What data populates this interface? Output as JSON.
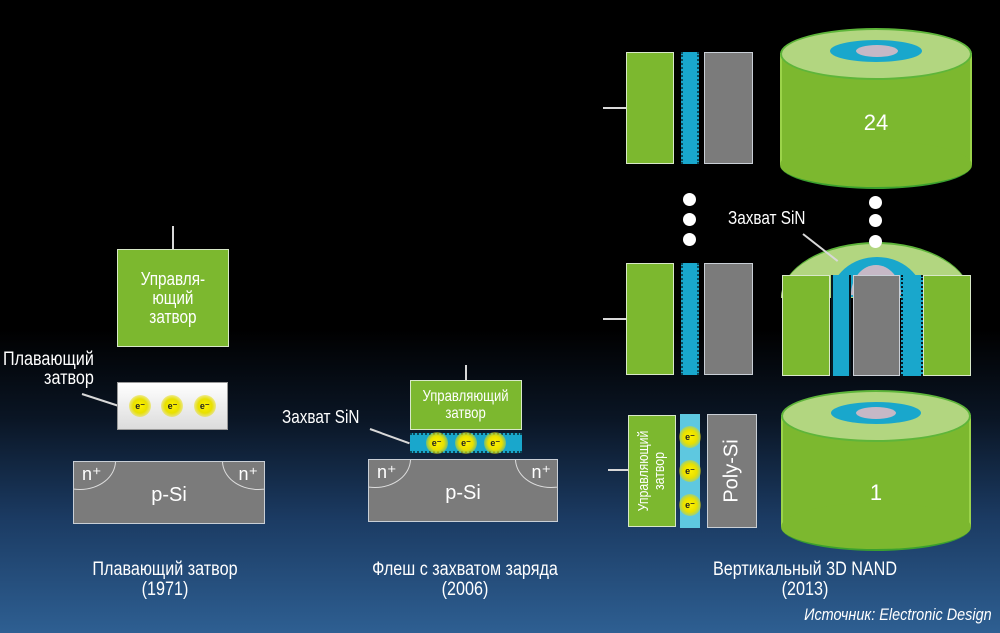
{
  "colors": {
    "gate_green": "#7cb82f",
    "silicon_gray": "#7b7b7b",
    "trap_cyan": "#19a7cc",
    "electron_yellow": "#fff200"
  },
  "floating_gate": {
    "control_gate_label": "Управля-\nющий\nзатвор",
    "floating_gate_label": "Плавающий\nзатвор",
    "electron_symbol": "e⁻",
    "electrons": 3,
    "n_plus_label": "n⁺",
    "substrate_label": "p-Si",
    "caption_title": "Плавающий затвор",
    "caption_year": "(1971)"
  },
  "charge_trap": {
    "control_gate_label": "Управляющий\nзатвор",
    "trap_label": "Захват SiN",
    "electron_symbol": "e⁻",
    "electrons": 3,
    "n_plus_label": "n⁺",
    "substrate_label": "p-Si",
    "caption_title": "Флеш с захватом заряда",
    "caption_year": "(2006)"
  },
  "vertical_nand": {
    "control_gate_label": "Управляющий\nзатвор",
    "channel_label": "Poly-Si",
    "trap_label": "Захват SiN",
    "electron_symbol": "e⁻",
    "electrons": 3,
    "top_layer_number": "24",
    "bottom_layer_number": "1",
    "caption_title": "Вертикальный 3D NAND",
    "caption_year": "(2013)"
  },
  "source": "Источник: Electronic Design"
}
